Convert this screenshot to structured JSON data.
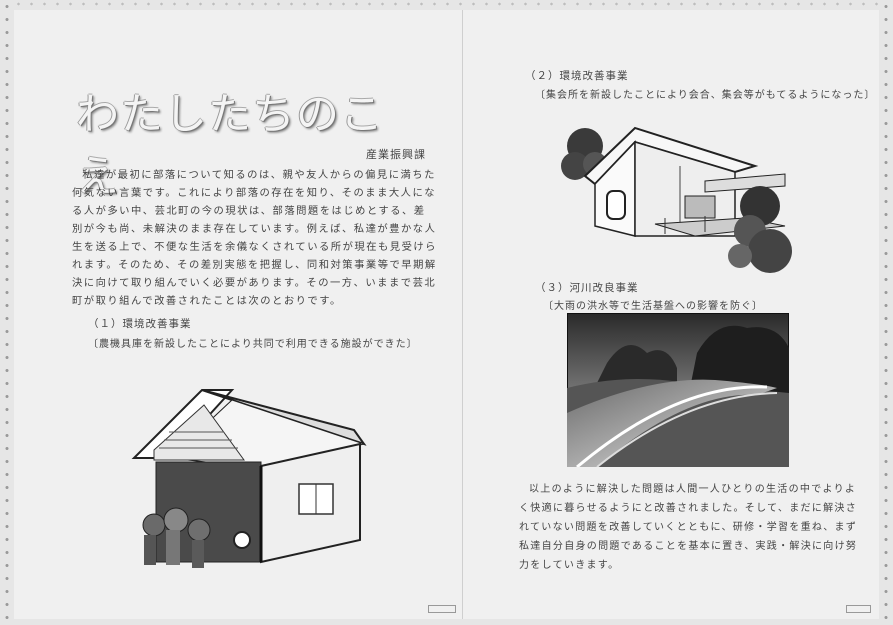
{
  "left_page": {
    "title": "わたしたちのこえ",
    "department": "産業振興課",
    "intro": "私達が最初に部落について知るのは、親や友人からの偏見に満ちた何気ない言葉です。これにより部落の存在を知り、そのまま大人になる人が多い中、芸北町の今の現状は、部落問題をはじめとする、差別が今も尚、未解決のまま存在しています。例えば、私達が豊かな人生を送る上で、不便な生活を余儀なくされている所が現在も見受けられます。そのため、その差別実態を把握し、同和対策事業等で早期解決に向けて取り組んでいく必要があります。その一方、いままで芸北町が取り組んで改善されたことは次のとおりです。",
    "section1": {
      "title": "（１）環境改善事業",
      "subtitle": "〔農機具庫を新設したことにより共同で利用できる施設ができた〕"
    }
  },
  "right_page": {
    "section2": {
      "title": "（２）環境改善事業",
      "subtitle": "〔集会所を新設したことにより会合、集会等がもてるようになった〕"
    },
    "section3": {
      "title": "（３）河川改良事業",
      "subtitle": "〔大雨の洪水等で生活基盤への影響を防ぐ〕"
    },
    "conclusion": "以上のように解決した問題は人間一人ひとりの生活の中でよりよく快適に暮らせるようにと改善されました。そして、まだに解決されていない問題を改善していくとともに、研修・学習を重ね、まず私達自分自身の問題であることを基本に置き、実践・解決に向け努力をしていきます。"
  }
}
